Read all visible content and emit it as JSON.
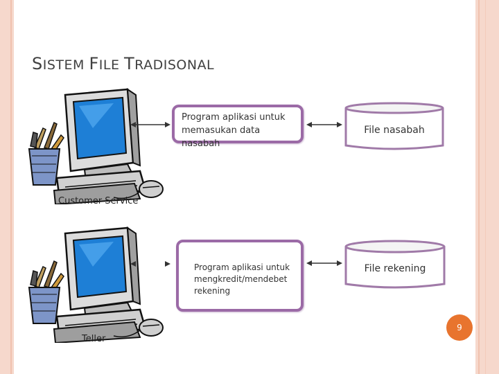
{
  "slide": {
    "title_parts": [
      {
        "cap": "S",
        "rest": "ISTEM "
      },
      {
        "cap": "F",
        "rest": "ILE "
      },
      {
        "cap": "T",
        "rest": "RADISONAL"
      }
    ],
    "page_number": "9"
  },
  "rows": [
    {
      "user_label": "Customer Service",
      "program_lines": [
        "Program aplikasi untuk",
        "memasukan data nasabah"
      ],
      "file_label": "File nasabah"
    },
    {
      "user_label": "Teller",
      "program_lines": [
        "Program aplikasi untuk",
        "mengkredit/mendebet",
        "rekening"
      ],
      "file_label": "File rekening"
    }
  ],
  "colors": {
    "program_border": "#9b6aa6",
    "cylinder_border": "#a07aa8",
    "page_badge": "#e8742e",
    "monitor_screen": "#1e7fd6"
  },
  "icons": [
    "computer-icon",
    "pen-cup-icon",
    "mouse-icon",
    "double-arrow-icon"
  ]
}
